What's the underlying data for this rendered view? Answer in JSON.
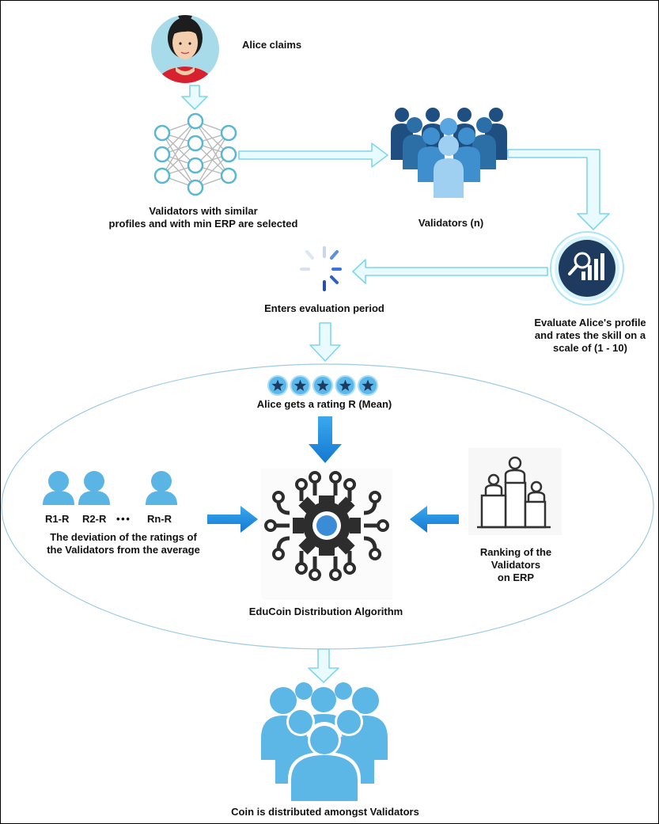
{
  "labels": {
    "alice_claims": "Alice claims",
    "validators_selected": "Validators with similar\nprofiles and with min ERP are selected",
    "validators_n": "Validators (n)",
    "evaluate_profile": "Evaluate Alice's profile\nand rates the skill on a\nscale of (1 - 10)",
    "evaluation_period": "Enters evaluation period",
    "rating": "Alice gets a rating R (Mean)",
    "r1": "R1-R",
    "r2": "R2-R",
    "dots": "• • •",
    "rn": "Rn-R",
    "deviation": "The deviation of the ratings of\nthe Validators from the average",
    "ranking": "Ranking of the\nValidators\non ERP",
    "algorithm": "EduCoin Distribution Algorithm",
    "coin_distributed": "Coin is distributed amongst Validators"
  },
  "colors": {
    "outline_arrow_fill": "#e9fbff",
    "outline_arrow_stroke": "#7fd6ee",
    "solid_arrow": "#1f8fe6",
    "people_blue": "#5ab4e4",
    "dark_navy": "#1e3a5f",
    "node_teal": "#5ab7d4",
    "ellipse": "#9ecbe3"
  },
  "stars": 5
}
